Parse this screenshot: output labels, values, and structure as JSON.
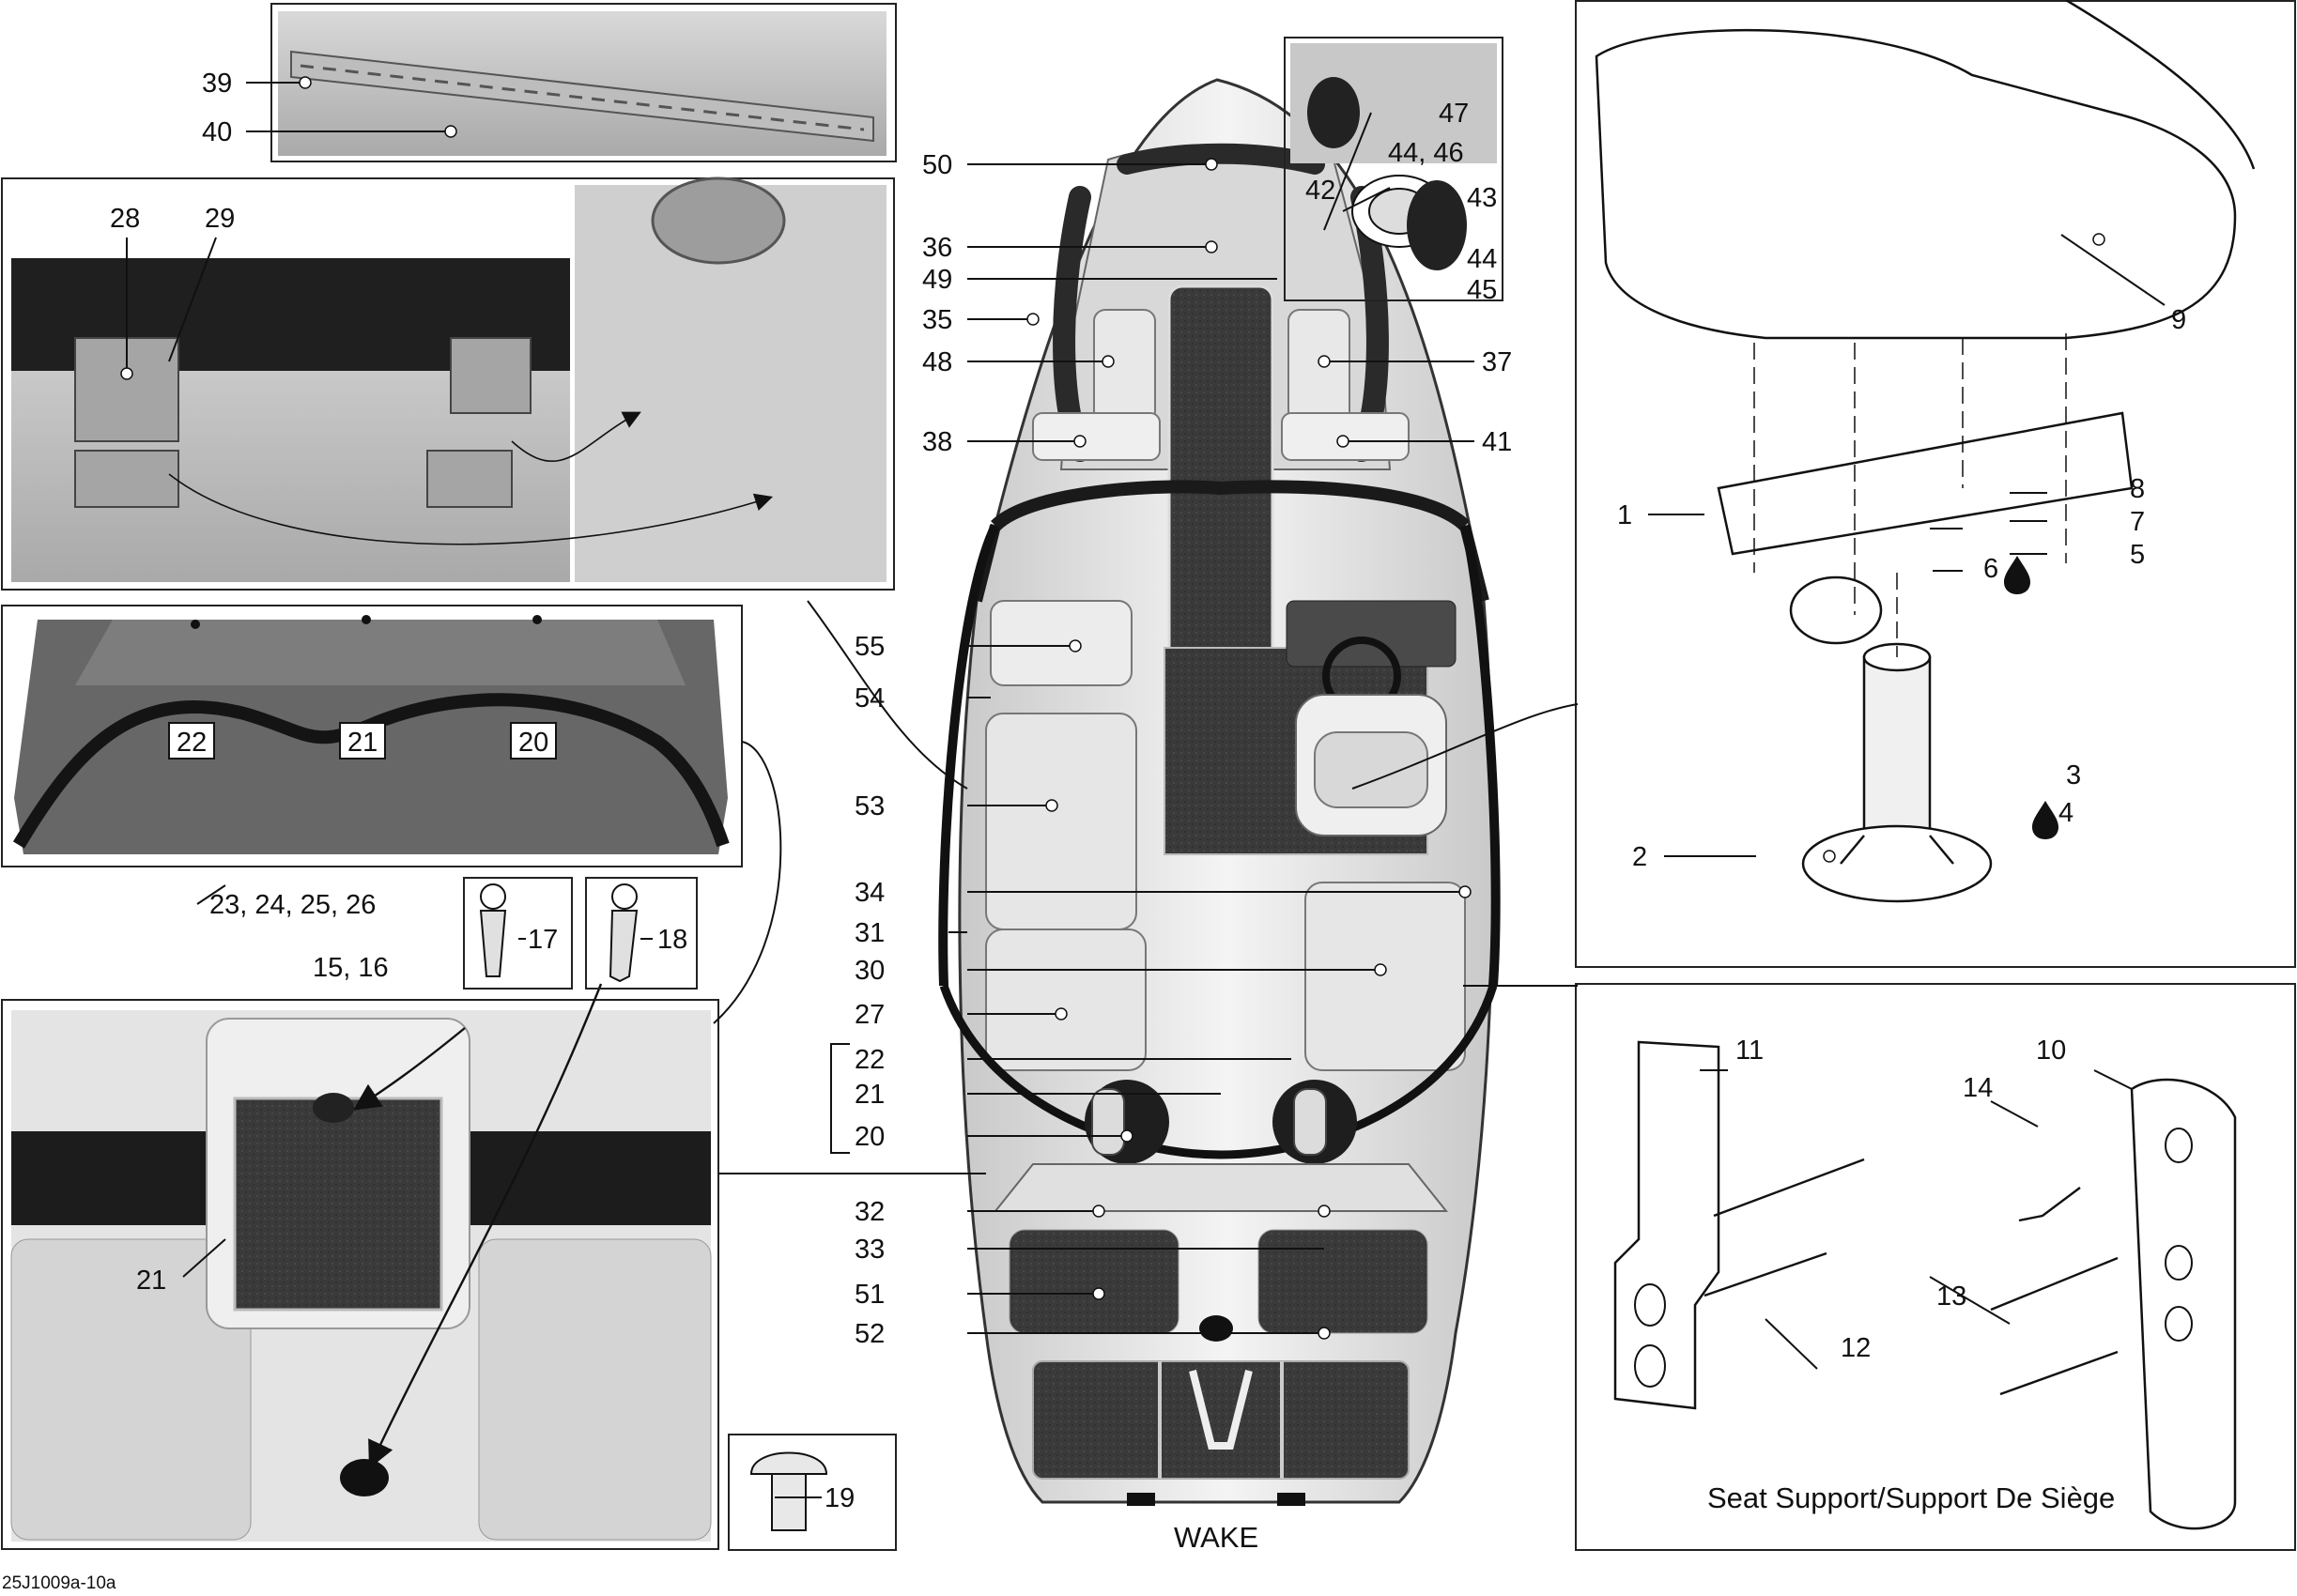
{
  "diagram": {
    "code": "25J1009a-10a",
    "boat_label": "WAKE",
    "seat_support_caption": "Seat Support/Support De Siège",
    "parts": {
      "p1": "1",
      "p2": "2",
      "p3": "3",
      "p4": "4",
      "p5": "5",
      "p6": "6",
      "p7": "7",
      "p8": "8",
      "p9": "9",
      "p10": "10",
      "p11": "11",
      "p12": "12",
      "p13": "13",
      "p14": "14",
      "p15_16": "15, 16",
      "p17": "17",
      "p18": "18",
      "p19": "19",
      "p20": "20",
      "p21": "21",
      "p22": "22",
      "p23_26": "23, 24, 25, 26",
      "p27": "27",
      "p28": "28",
      "p29": "29",
      "p30": "30",
      "p31": "31",
      "p32": "32",
      "p33": "33",
      "p34": "34",
      "p35": "35",
      "p36": "36",
      "p37": "37",
      "p38": "38",
      "p39": "39",
      "p40": "40",
      "p41": "41",
      "p42": "42",
      "p43": "43",
      "p44": "44",
      "p44_46": "44, 46",
      "p45": "45",
      "p47": "47",
      "p48": "48",
      "p49": "49",
      "p50": "50",
      "p51": "51",
      "p52": "52",
      "p53": "53",
      "p54": "54",
      "p55": "55"
    }
  }
}
